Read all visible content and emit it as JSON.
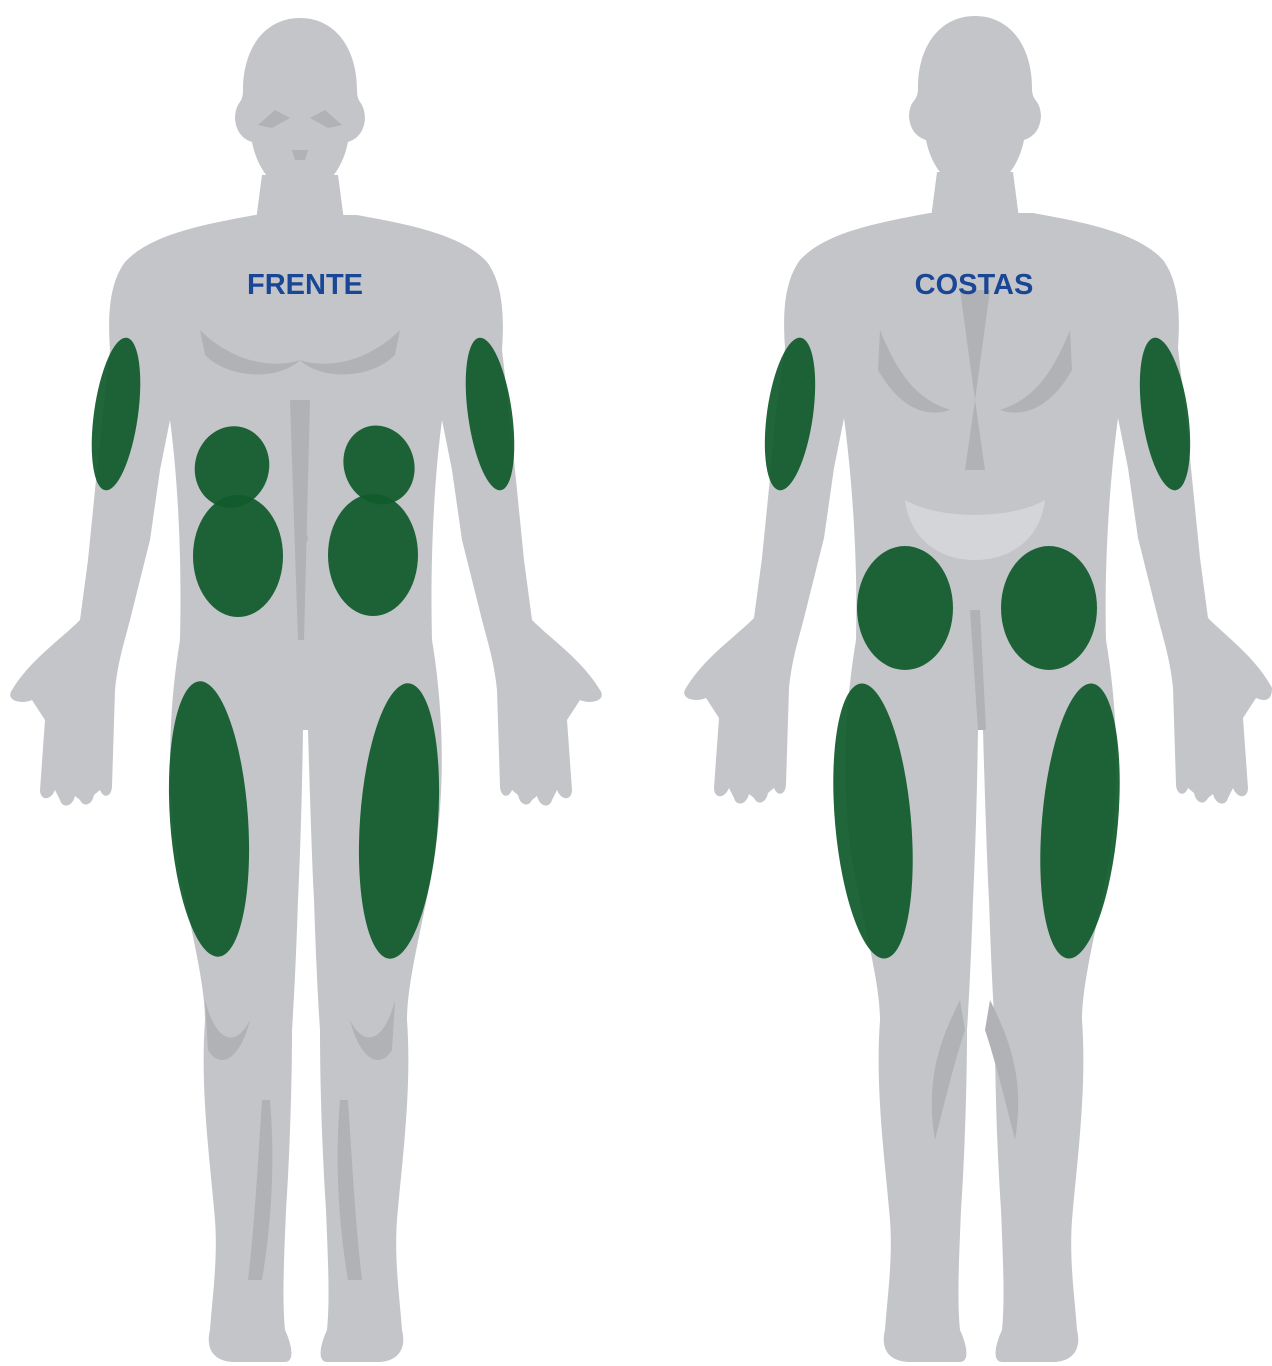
{
  "views": [
    {
      "id": "front",
      "label": "FRENTE",
      "zones": [
        "upper-arm-right",
        "upper-arm-left",
        "abdomen-upper-right",
        "abdomen-upper-left",
        "abdomen-lower-right",
        "abdomen-lower-left",
        "thigh-right",
        "thigh-left"
      ]
    },
    {
      "id": "back",
      "label": "COSTAS",
      "zones": [
        "upper-arm-left",
        "upper-arm-right",
        "buttock-left",
        "buttock-right",
        "thigh-left",
        "thigh-right"
      ]
    }
  ],
  "colors": {
    "body": "#c3c5c9",
    "body_shade": "#b0b2b6",
    "zone": "#105a2c",
    "label": "#1a4696",
    "background": "#ffffff"
  }
}
